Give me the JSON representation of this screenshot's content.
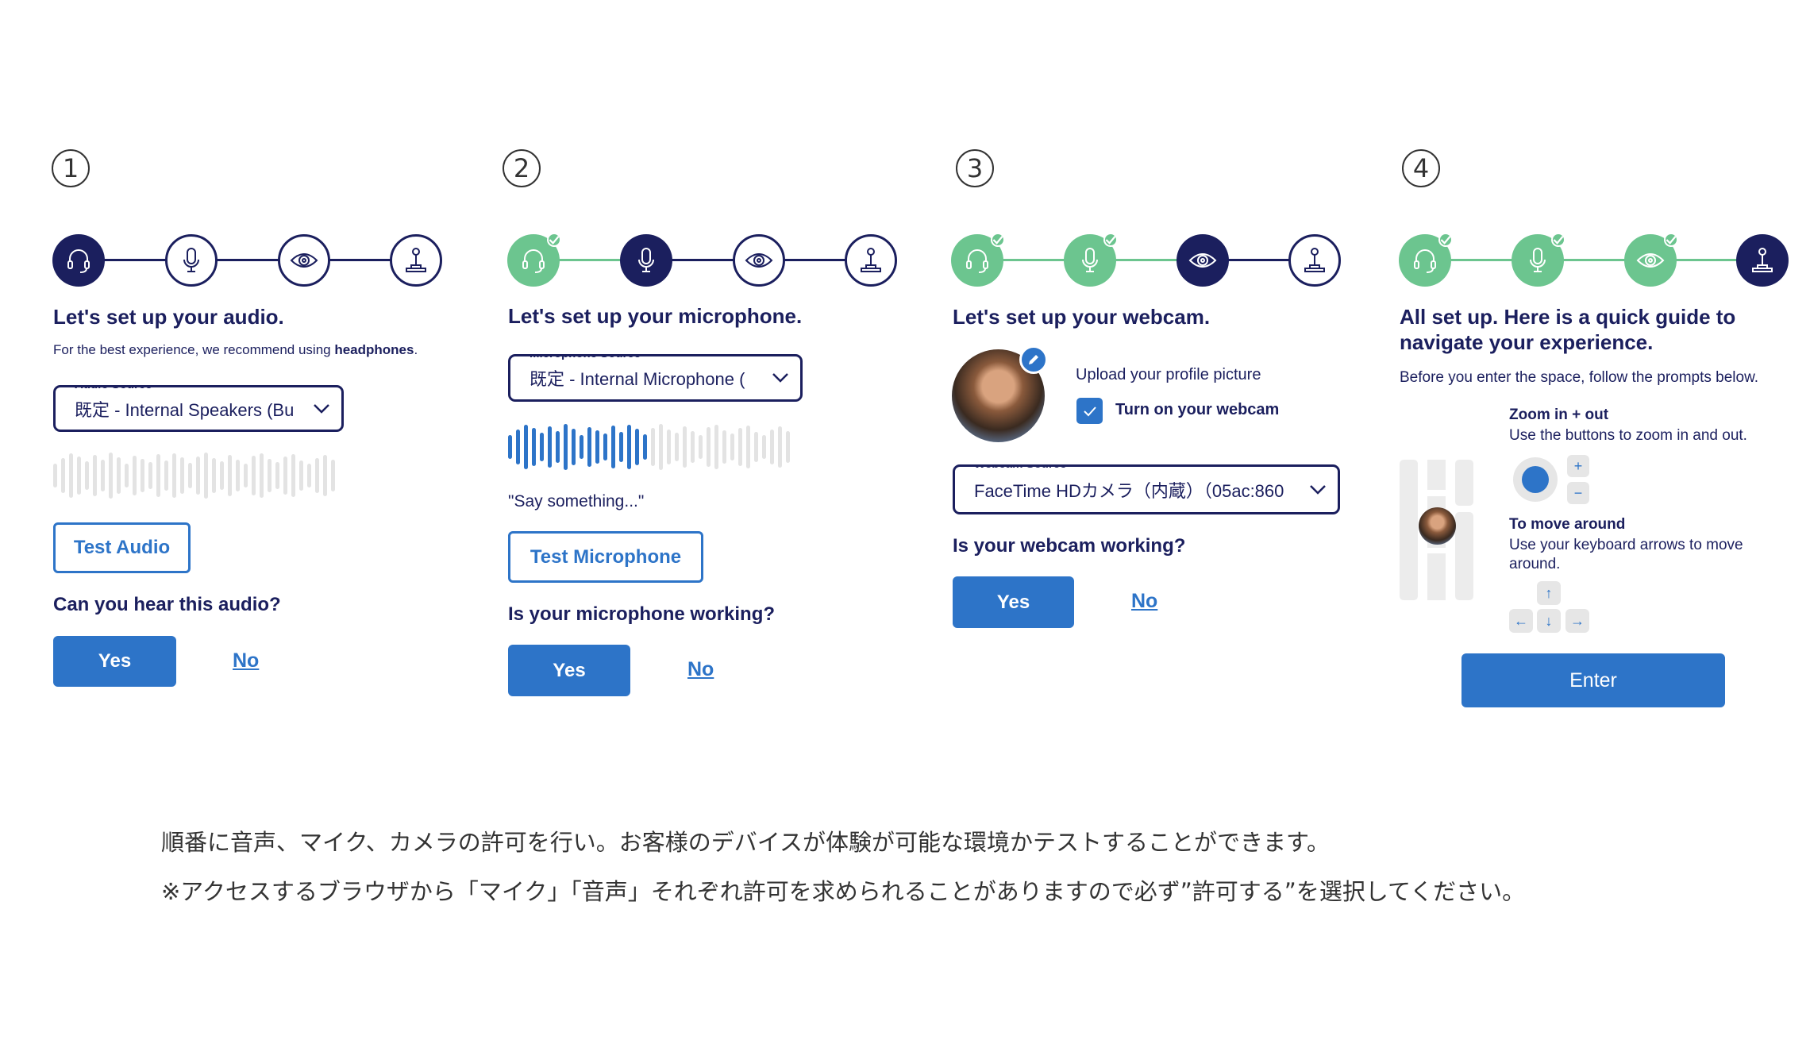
{
  "colors": {
    "navy": "#1b1f5e",
    "blue": "#2d74c8",
    "green": "#6cc58f",
    "grey": "#e3e3e3"
  },
  "step_icons": [
    "headphones-icon",
    "microphone-icon",
    "eye-icon",
    "joystick-icon"
  ],
  "panels": [
    {
      "number": "1",
      "active_step": 0,
      "heading": "Let's set up your audio.",
      "subtitle_pre": "For the best experience, we recommend using ",
      "subtitle_bold": "headphones",
      "subtitle_post": ".",
      "source_label": "Audio Source",
      "source_value": "既定 - Internal Speakers (Bu",
      "wave_active_fraction": 0,
      "test_button": "Test Audio",
      "question": "Can you hear this audio?",
      "yes": "Yes",
      "no": "No"
    },
    {
      "number": "2",
      "active_step": 1,
      "heading": "Let's set up your microphone.",
      "source_label": "Microphone Source",
      "source_value": "既定 - Internal Microphone (",
      "wave_active_fraction": 0.5,
      "prompt": "\"Say something...\"",
      "test_button": "Test Microphone",
      "question": "Is your microphone working?",
      "yes": "Yes",
      "no": "No"
    },
    {
      "number": "3",
      "active_step": 2,
      "heading": "Let's set up your webcam.",
      "upload_label": "Upload your profile picture",
      "webcam_toggle_label": "Turn on your webcam",
      "webcam_toggle_checked": true,
      "source_label": "Webcam Source",
      "source_value": "FaceTime HDカメラ（内蔵）（05ac:860",
      "question": "Is your webcam working?",
      "yes": "Yes",
      "no": "No"
    },
    {
      "number": "4",
      "active_step": 3,
      "heading_line1": "All set up. Here is a quick guide to",
      "heading_line2": "navigate your experience.",
      "desc": "Before you enter the space, follow the prompts below.",
      "zoom_title": "Zoom in + out",
      "zoom_desc": "Use the buttons to zoom in and out.",
      "zoom_in": "+",
      "zoom_out": "−",
      "move_title": "To move around",
      "move_desc": "Use your keyboard arrows to move around.",
      "keys": {
        "up": "↑",
        "left": "←",
        "down": "↓",
        "right": "→"
      },
      "enter": "Enter"
    }
  ],
  "footer": {
    "line1": "順番に音声、マイク、カメラの許可を行い。お客様のデバイスが体験が可能な環境かテストすることができます。",
    "line2": "※アクセスするブラウザから「マイク」「音声」それぞれ許可を求められることがありますので必ず”許可する”を選択してください。"
  }
}
